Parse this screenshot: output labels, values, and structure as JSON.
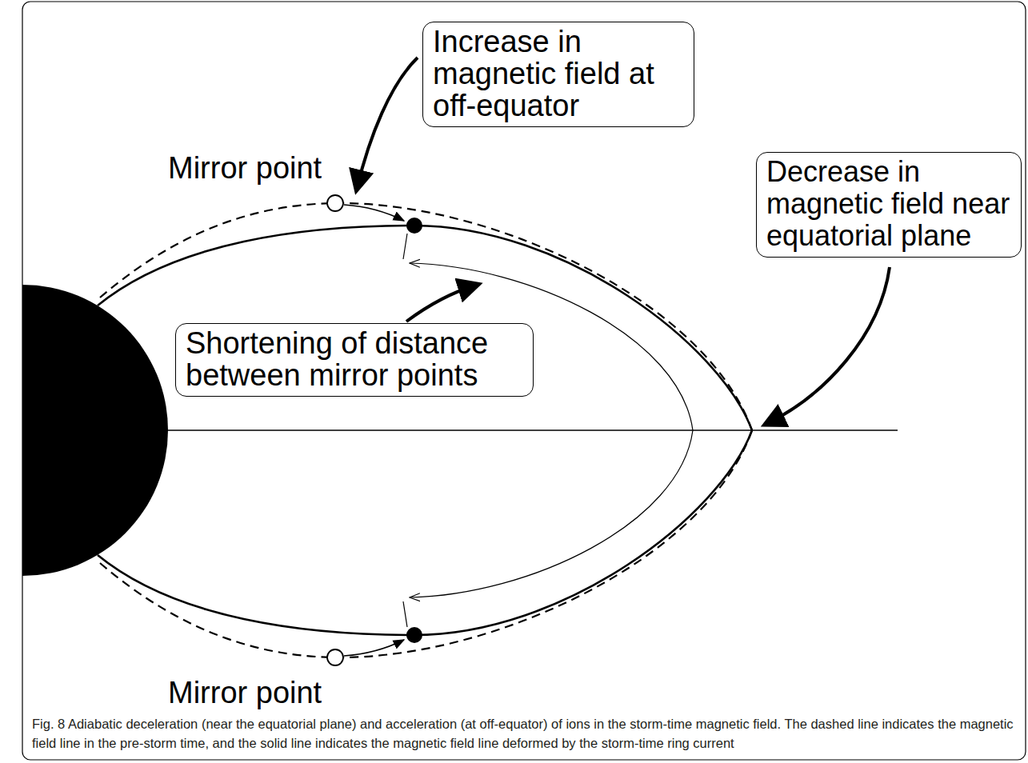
{
  "diagram": {
    "caption": "Fig. 8 Adiabatic deceleration (near the equatorial plane) and acceleration (at off-equator) of ions in the storm-time magnetic field. The dashed line indicates the magnetic field line in the pre-storm time, and the solid line indicates the magnetic field line deformed by the storm-time ring current",
    "nodes": [
      {
        "text": [
          "Increase in magnetic field at off-equator"
        ]
      },
      {
        "text": [
          "Decrease in magnetic field near equatorial plane"
        ]
      },
      {
        "text": [
          "Shortening of distance between mirror points"
        ]
      }
    ],
    "labels": [
      "Mirror point",
      "Mirror point"
    ]
  }
}
